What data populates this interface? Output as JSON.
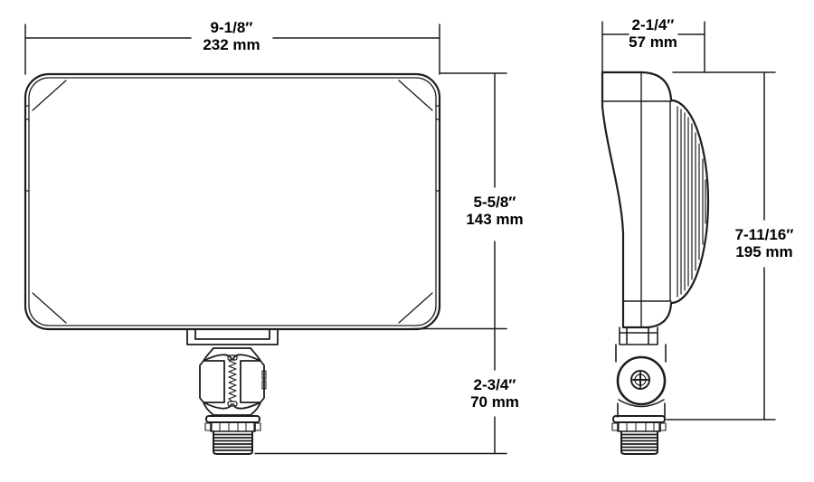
{
  "drawing_type": "technical-dimension-drawing",
  "views": {
    "front_view": "floodlight-front-elevation",
    "side_view": "floodlight-side-profile"
  },
  "dimensions": {
    "front_width": {
      "inches": "9-1/8″",
      "mm": "232 mm"
    },
    "front_height": {
      "inches": "5-5/8″",
      "mm": "143 mm"
    },
    "mount_stem_height": {
      "inches": "2-3/4″",
      "mm": "70 mm"
    },
    "side_depth": {
      "inches": "2-1/4″",
      "mm": "57 mm"
    },
    "side_overall_height": {
      "inches": "7-11/16″",
      "mm": "195 mm"
    }
  },
  "colors": {
    "line": "#1d1d1f",
    "text": "#000000",
    "background": "#ffffff"
  }
}
